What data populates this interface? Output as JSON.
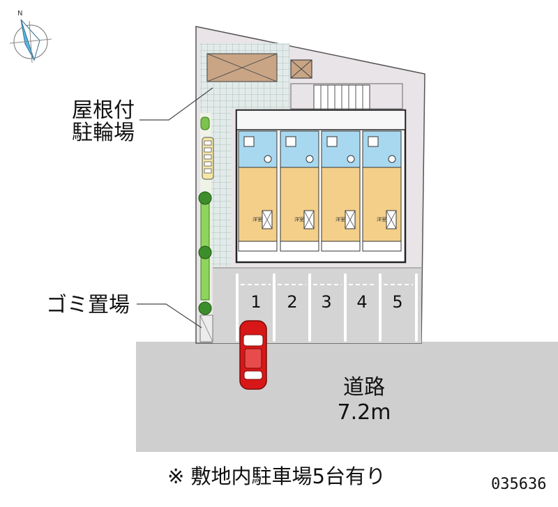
{
  "labels": {
    "bicycle_parking_line1": "屋根付",
    "bicycle_parking_line2": "駐輪場",
    "garbage_area": "ゴミ置場",
    "road_name": "道路",
    "road_width": "7.2m",
    "parking_note": "※ 敷地内駐車場5台有り",
    "property_code": "035636",
    "compass_north": "N"
  },
  "parking_spaces": [
    "1",
    "2",
    "3",
    "4",
    "5"
  ],
  "units": [
    {
      "room_label": "洋室"
    },
    {
      "room_label": "洋室"
    },
    {
      "room_label": "洋室"
    },
    {
      "room_label": "洋室"
    }
  ],
  "colors": {
    "road": "#cfcfcf",
    "parking_lot": "#d4d4d4",
    "site_ground": "#e6e1e4",
    "building_outline": "#222222",
    "floor_wood": "#f3cf8a",
    "floor_water": "#a8d8ef",
    "tile_grid": "#b9c9c6",
    "shrub": "#5aa63a",
    "car_body": "#d81818"
  }
}
